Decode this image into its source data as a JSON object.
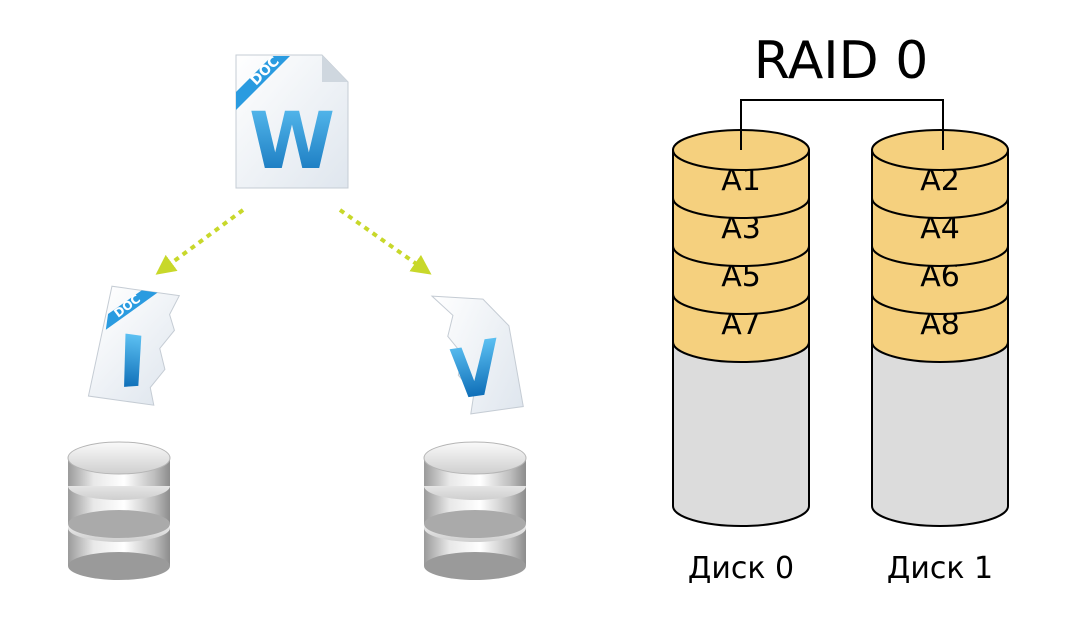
{
  "illustration": {
    "source_document": {
      "badge": "DOC",
      "letter": "W"
    },
    "fragments": [
      {
        "badge": "DOC",
        "fragment": "left-half"
      },
      {
        "badge": "",
        "fragment": "right-half"
      }
    ],
    "colors": {
      "doc_blue": "#1e8fd6",
      "badge_blue": "#2a9be0",
      "arrow": "#c8d82a",
      "paper": "#eef2f6"
    }
  },
  "raid": {
    "title": "RAID 0",
    "disks": [
      {
        "label": "Диск 0",
        "blocks": [
          "A1",
          "A3",
          "A5",
          "A7"
        ]
      },
      {
        "label": "Диск 1",
        "blocks": [
          "A2",
          "A4",
          "A6",
          "A8"
        ]
      }
    ],
    "colors": {
      "block_fill": "#f5d07e",
      "empty_fill": "#dcdcdc",
      "outline": "#000000"
    }
  }
}
